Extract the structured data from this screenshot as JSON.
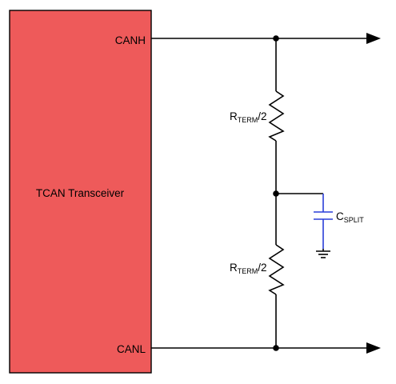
{
  "transceiver": {
    "label": "TCAN Transceiver",
    "fill_color": "#ee5a5a"
  },
  "pins": {
    "canh": "CANH",
    "canl": "CANL"
  },
  "resistor_top": {
    "symbol": "R",
    "subscript": "TERM",
    "suffix": "/2"
  },
  "resistor_bottom": {
    "symbol": "R",
    "subscript": "TERM",
    "suffix": "/2"
  },
  "capacitor": {
    "symbol": "C",
    "subscript": "SPLIT",
    "color": "#2a3ed8"
  },
  "icons": [
    "arrow-right-icon",
    "ground-icon",
    "resistor-icon",
    "capacitor-icon",
    "junction-dot-icon"
  ]
}
